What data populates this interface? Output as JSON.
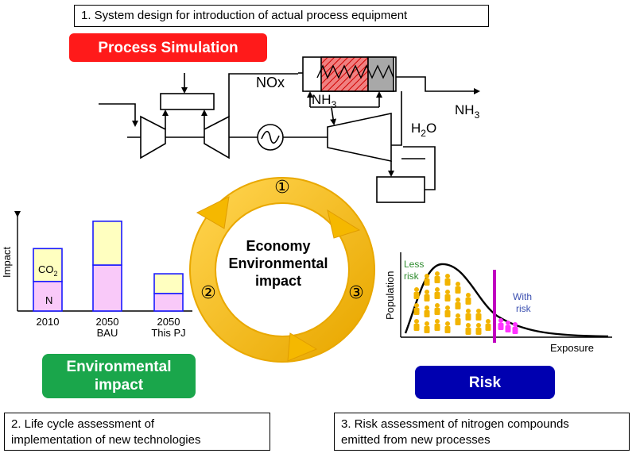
{
  "top_note": "1. System design for introduction of actual process equipment",
  "process_simulation": {
    "label": "Process Simulation",
    "color": "#ff1a1a"
  },
  "process_diagram": {
    "nox": "NOx",
    "nh3_in": "NH",
    "nh3_in_sub": "3",
    "nh3_out": "NH",
    "nh3_out_sub": "3",
    "h2o": "H",
    "h2o_sub": "2",
    "h2o_tail": "O"
  },
  "cycle": {
    "center_line1": "Economy",
    "center_line2": "Environmental",
    "center_line3": "impact",
    "step1": "①",
    "step2": "②",
    "step3": "③",
    "color": "#f0b400"
  },
  "lca_chart": {
    "ylabel": "Impact",
    "co2_label": "CO",
    "co2_sub": "2",
    "n_label": "N",
    "categories": [
      "2010",
      "2050",
      "2050"
    ],
    "category_sub": [
      "",
      "BAU",
      "This PJ"
    ],
    "chart_data": {
      "type": "bar",
      "categories": [
        "2010",
        "2050 BAU",
        "2050 This PJ"
      ],
      "series": [
        {
          "name": "N",
          "values": [
            0.27,
            0.42,
            0.16
          ]
        },
        {
          "name": "CO2",
          "values": [
            0.3,
            0.4,
            0.18
          ]
        }
      ],
      "ylabel": "Impact"
    },
    "colors": {
      "n": "#f9c9f9",
      "co2": "#ffffc0",
      "border": "#1a1aff"
    }
  },
  "env_impact_pill": {
    "line1": "Environmental",
    "line2": "impact",
    "color": "#1aa64b"
  },
  "risk_chart": {
    "ylabel": "Population",
    "xlabel": "Exposure",
    "less_risk_line1": "Less",
    "less_risk_line2": "risk",
    "with_risk_line1": "With",
    "with_risk_line2": "risk"
  },
  "risk_pill": {
    "label": "Risk",
    "color": "#0000b0"
  },
  "note2": {
    "line1": "2. Life cycle assessment of",
    "line2": "implementation of new technologies"
  },
  "note3": {
    "line1": "3. Risk assessment of nitrogen compounds",
    "line2": "emitted from new processes"
  }
}
